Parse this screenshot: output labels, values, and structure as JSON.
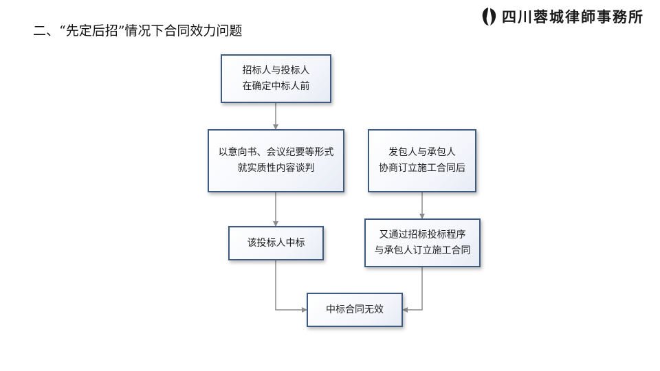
{
  "header": {
    "title": "二、“先定后招”情况下合同效力问题",
    "brand": "四川蓉城律師事務所",
    "brand_logo_icon": "seal-logo-icon"
  },
  "flowchart": {
    "left_chain": {
      "step1": [
        "招标人与投标人",
        "在确定中标人前"
      ],
      "step2": [
        "以意向书、会议纪要等形式",
        "就实质性内容谈判"
      ],
      "step3": [
        "该投标人中标"
      ]
    },
    "right_chain": {
      "step1": [
        "发包人与承包人",
        "协商订立施工合同后"
      ],
      "step2": [
        "又通过招标投标程序",
        "与承包人订立施工合同"
      ]
    },
    "result": [
      "中标合同无效"
    ]
  },
  "colors": {
    "box_border": "#3d5a80",
    "arrow": "#8c8c8c"
  }
}
